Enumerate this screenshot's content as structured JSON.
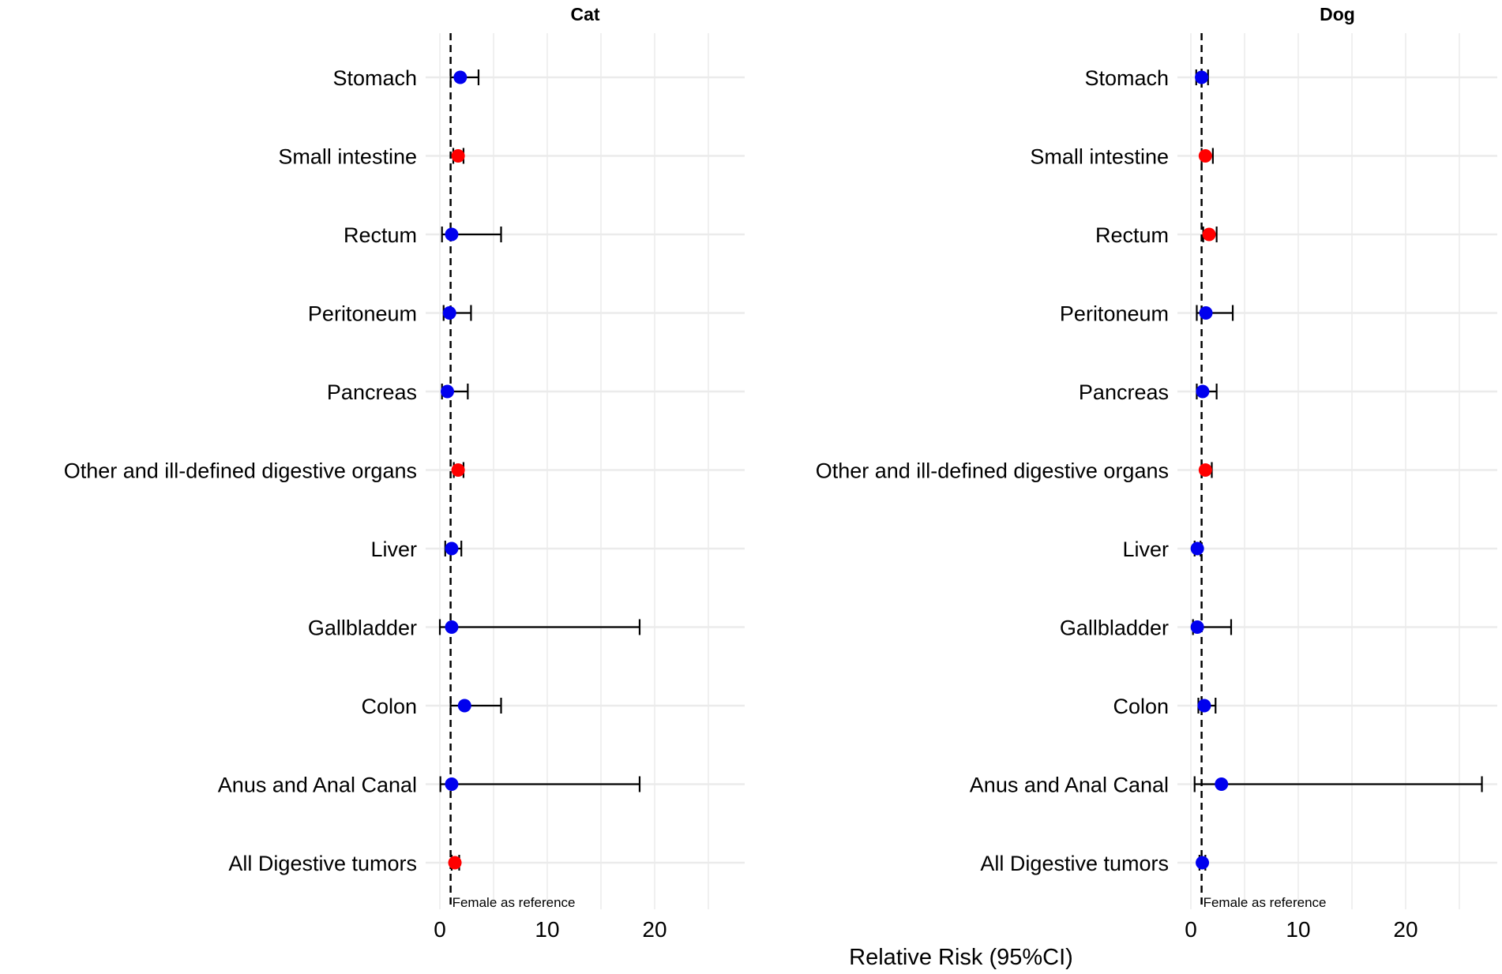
{
  "chart_data": [
    {
      "type": "forest",
      "title": "Cat",
      "reference_label": "Female as reference",
      "reference_value": 1,
      "xlim": [
        0,
        28
      ],
      "xticks": [
        0,
        10,
        20
      ],
      "grid": true,
      "categories": [
        "Stomach",
        "Small intestine",
        "Rectum",
        "Peritoneum",
        "Pancreas",
        "Other and ill-defined digestive organs",
        "Liver",
        "Gallbladder",
        "Colon",
        "Anus and Anal Canal",
        "All Digestive tumors"
      ],
      "estimate": [
        1.9,
        1.7,
        1.1,
        0.9,
        0.7,
        1.7,
        1.1,
        1.1,
        2.3,
        1.1,
        1.4
      ],
      "lower": [
        1.0,
        1.25,
        0.2,
        0.35,
        0.2,
        1.3,
        0.5,
        0.0,
        1.0,
        0.05,
        1.1
      ],
      "upper": [
        3.6,
        2.2,
        5.7,
        2.9,
        2.6,
        2.2,
        2.0,
        18.6,
        5.7,
        18.6,
        1.8
      ],
      "significant": [
        false,
        true,
        false,
        false,
        false,
        true,
        false,
        false,
        false,
        false,
        true
      ]
    },
    {
      "type": "forest",
      "title": "Dog",
      "reference_label": "Female as reference",
      "reference_value": 1,
      "xlim": [
        0,
        28
      ],
      "xticks": [
        0,
        10,
        20
      ],
      "grid": true,
      "categories": [
        "Stomach",
        "Small intestine",
        "Rectum",
        "Peritoneum",
        "Pancreas",
        "Other and ill-defined digestive organs",
        "Liver",
        "Gallbladder",
        "Colon",
        "Anus and Anal Canal",
        "All Digestive tumors"
      ],
      "estimate": [
        1.0,
        1.35,
        1.7,
        1.4,
        1.1,
        1.35,
        0.6,
        0.6,
        1.25,
        2.85,
        1.07
      ],
      "lower": [
        0.5,
        1.0,
        1.15,
        0.55,
        0.55,
        1.0,
        0.35,
        0.2,
        0.7,
        0.35,
        0.8
      ],
      "upper": [
        1.6,
        2.05,
        2.4,
        3.9,
        2.4,
        1.95,
        0.9,
        3.75,
        2.3,
        27.1,
        1.35
      ],
      "significant": [
        false,
        true,
        true,
        false,
        false,
        true,
        false,
        false,
        false,
        false,
        false
      ]
    }
  ],
  "xlabel": "Relative Risk (95%CI)",
  "colors": {
    "significant": "#ff0000",
    "not_significant": "#0000ee",
    "grid": "#ebebeb",
    "line": "#000000"
  }
}
